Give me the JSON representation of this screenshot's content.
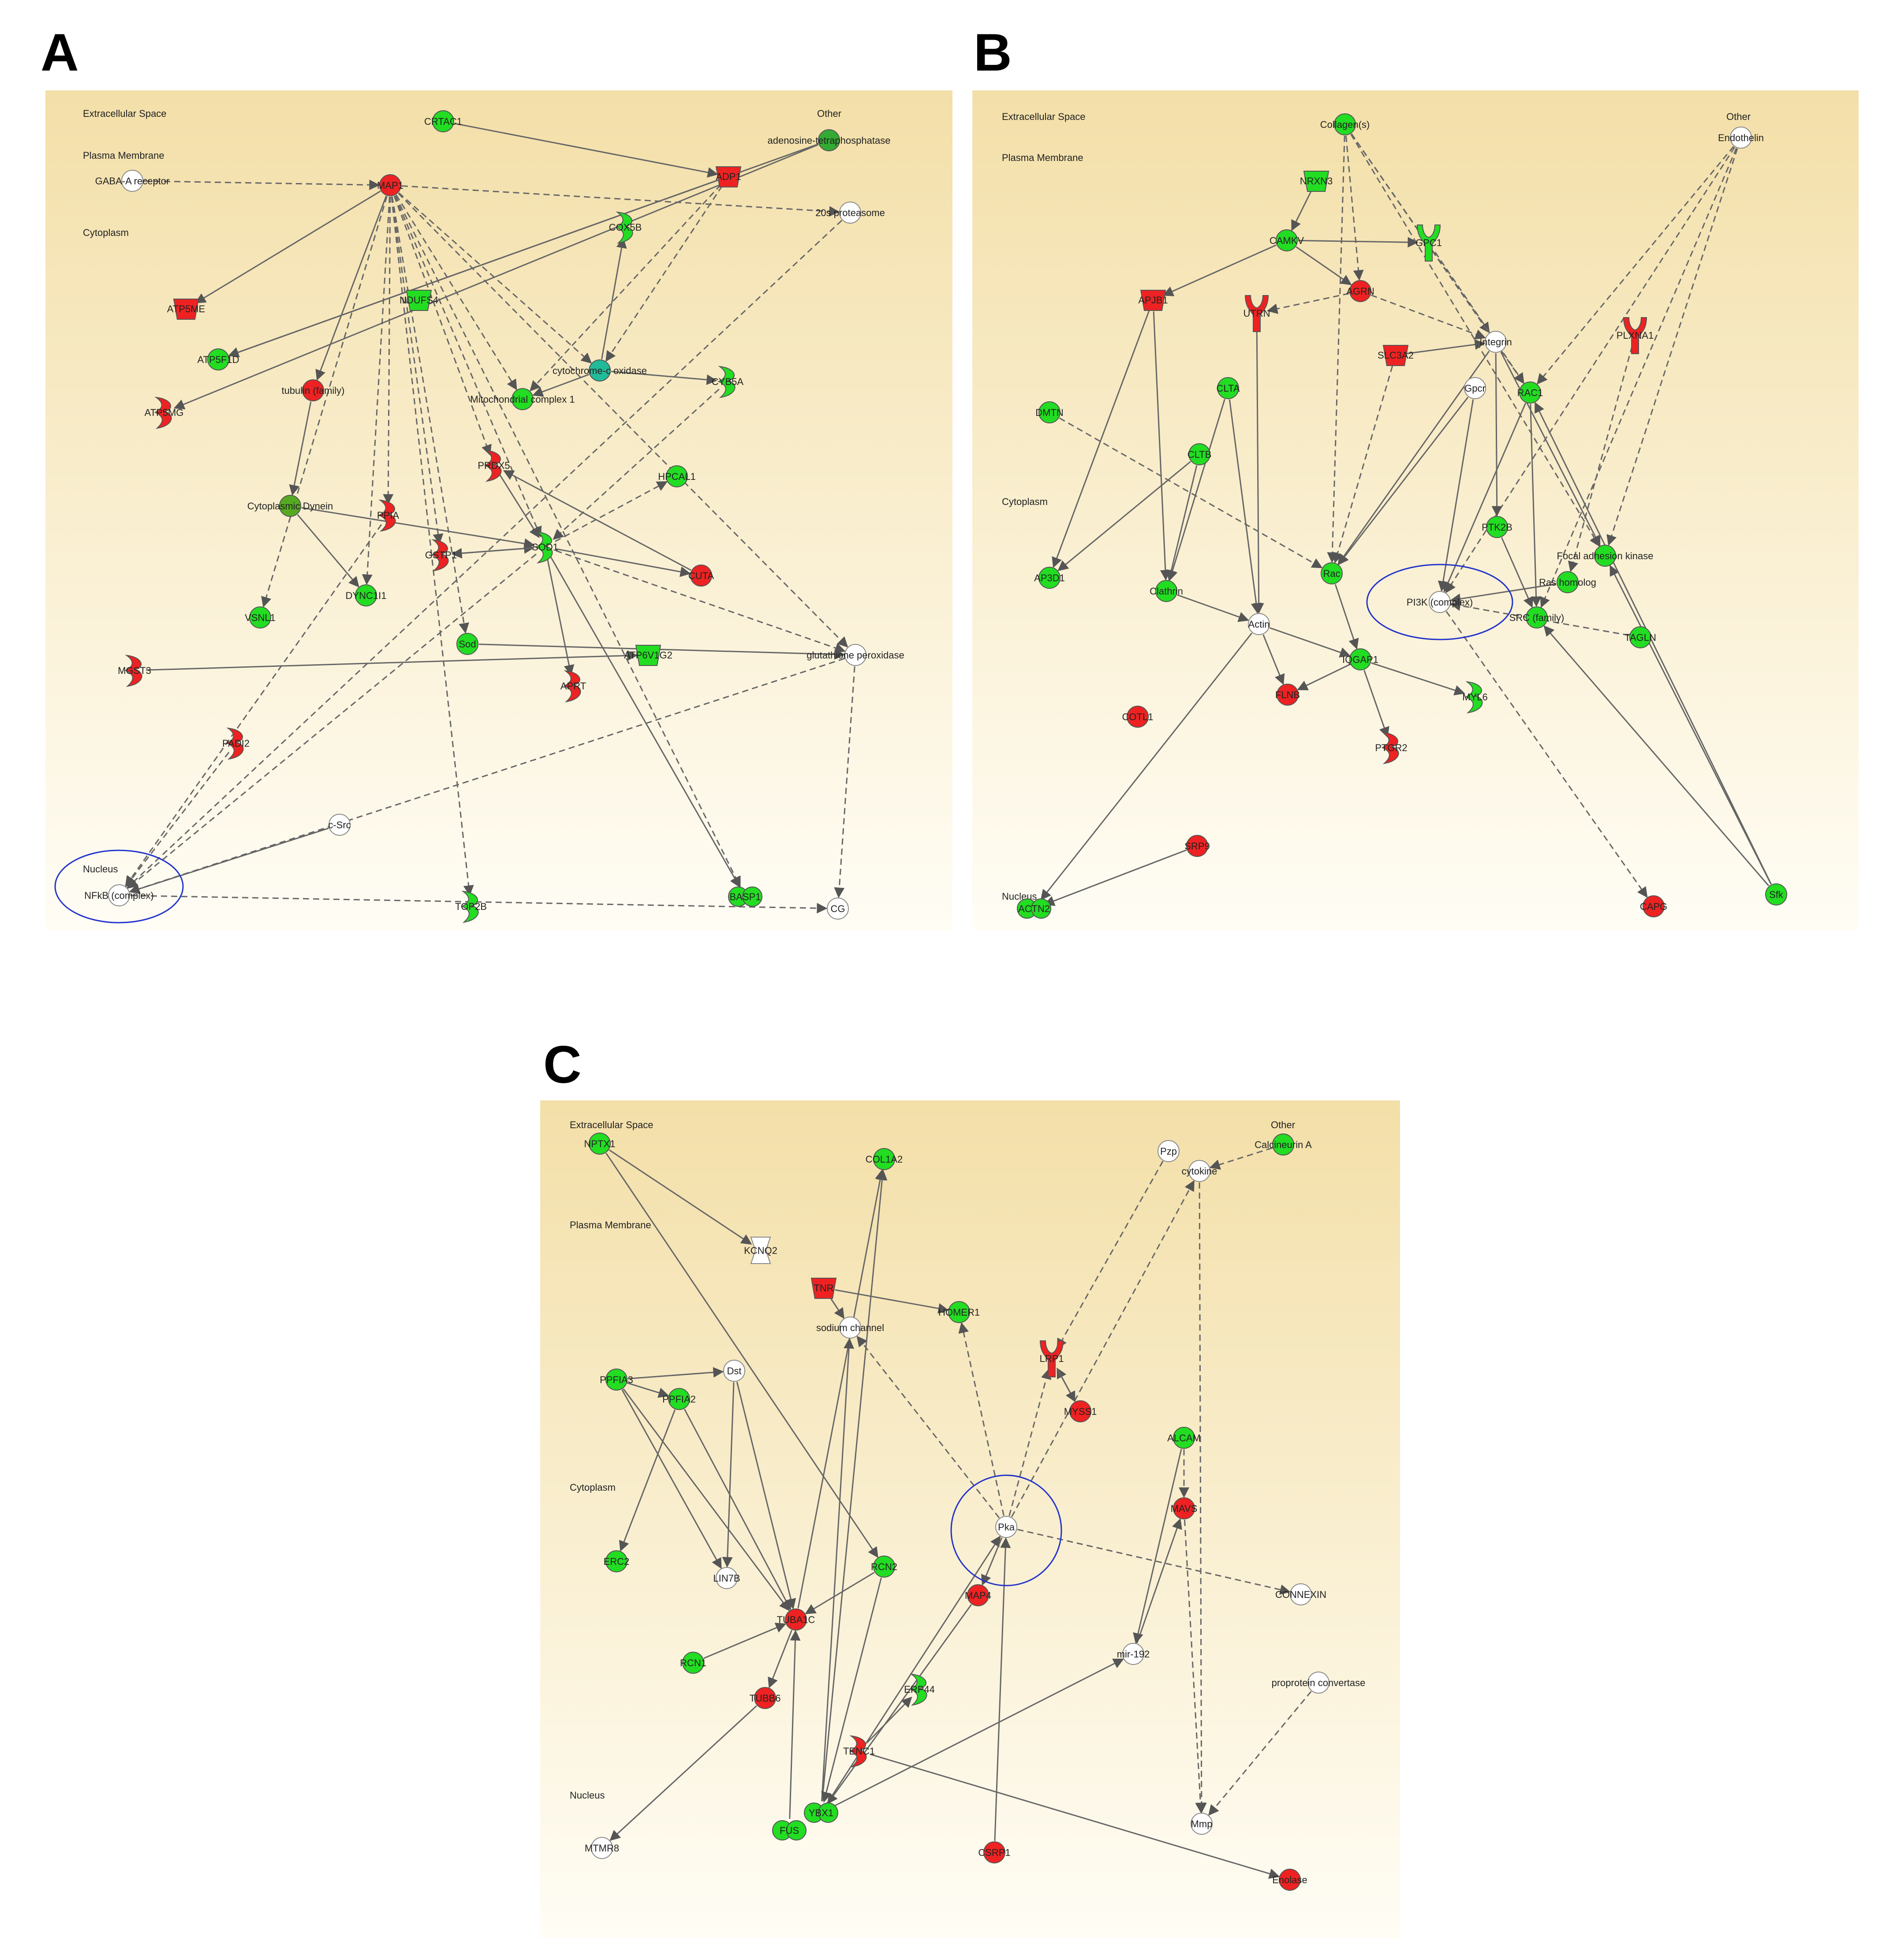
{
  "panels": [
    {
      "letter": "A",
      "compartments": [
        "Extracellular Space",
        "Plasma Membrane",
        "Cytoplasm",
        "Nucleus",
        "Other"
      ],
      "nodes": [
        {
          "id": "CRTAC1",
          "label": "CRTAC1",
          "color": "#22dd22"
        },
        {
          "id": "GABAA",
          "label": "GABA-A receptor",
          "color": "#ffffff"
        },
        {
          "id": "MAP1",
          "label": "MAP1",
          "color": "#ee2222"
        },
        {
          "id": "ADP1",
          "label": "ADP1",
          "color": "#ee2222"
        },
        {
          "id": "ATPASE",
          "label": "adenosine-tetraphosphatase",
          "color": "#33aa33"
        },
        {
          "id": "P20S",
          "label": "20s proteasome",
          "color": "#ffffff"
        },
        {
          "id": "COX5B",
          "label": "COX5B",
          "color": "#22dd22"
        },
        {
          "id": "ATP5ME",
          "label": "ATP5ME",
          "color": "#ee2222"
        },
        {
          "id": "NDUFS4",
          "label": "NDUFS4",
          "color": "#22dd22"
        },
        {
          "id": "ATP5F1D",
          "label": "ATP5F1D",
          "color": "#22dd22"
        },
        {
          "id": "ATP5MG",
          "label": "ATP5MG",
          "color": "#ee2222"
        },
        {
          "id": "TUB",
          "label": "tubulin (family)",
          "color": "#ee2222"
        },
        {
          "id": "MITO1",
          "label": "Mitochondrial complex 1",
          "color": "#22dd22"
        },
        {
          "id": "CYTOX",
          "label": "cytochrome-c oxidase",
          "color": "#22bb99"
        },
        {
          "id": "CYB5A",
          "label": "CYB5A",
          "color": "#22dd22"
        },
        {
          "id": "PRDX5",
          "label": "PRDX5",
          "color": "#ee2222"
        },
        {
          "id": "HPCAL1",
          "label": "HPCAL1",
          "color": "#22dd22"
        },
        {
          "id": "DYNEIN",
          "label": "Cytoplasmic Dynein",
          "color": "#55aa22"
        },
        {
          "id": "PPIA",
          "label": "PPIA",
          "color": "#ee2222"
        },
        {
          "id": "GSTP1",
          "label": "GSTP1",
          "color": "#ee2222"
        },
        {
          "id": "SOD1",
          "label": "SOD1",
          "color": "#22dd22"
        },
        {
          "id": "CUTA",
          "label": "CUTA",
          "color": "#ee2222"
        },
        {
          "id": "VSNL1",
          "label": "VSNL1",
          "color": "#22dd22"
        },
        {
          "id": "DYNC1I1",
          "label": "DYNC1I1",
          "color": "#22dd22"
        },
        {
          "id": "MGST3",
          "label": "MGST3",
          "color": "#ee2222"
        },
        {
          "id": "SOD",
          "label": "Sod",
          "color": "#22dd22"
        },
        {
          "id": "ATP6V1G2",
          "label": "ATP6V1G2",
          "color": "#22dd22"
        },
        {
          "id": "GPX",
          "label": "glutathione peroxidase",
          "color": "#ffffff"
        },
        {
          "id": "APRT",
          "label": "APRT",
          "color": "#ee2222"
        },
        {
          "id": "PADI2",
          "label": "PADI2",
          "color": "#ee2222"
        },
        {
          "id": "CSRC",
          "label": "c-Src",
          "color": "#ffffff"
        },
        {
          "id": "NFKB",
          "label": "NFkB (complex)",
          "color": "#ffffff"
        },
        {
          "id": "TOP2B",
          "label": "TOP2B",
          "color": "#22dd22"
        },
        {
          "id": "BASP1",
          "label": "BASP1",
          "color": "#22dd22"
        },
        {
          "id": "CG",
          "label": "CG",
          "color": "#ffffff"
        }
      ]
    },
    {
      "letter": "B",
      "compartments": [
        "Extracellular Space",
        "Plasma Membrane",
        "Cytoplasm",
        "Nucleus",
        "Other"
      ],
      "nodes": [
        {
          "id": "COLL",
          "label": "Collagen(s)",
          "color": "#22dd22"
        },
        {
          "id": "ENDO",
          "label": "Endothelin",
          "color": "#ffffff"
        },
        {
          "id": "NRXN3",
          "label": "NRXN3",
          "color": "#22dd22"
        },
        {
          "id": "CAMKV",
          "label": "CAMKV",
          "color": "#22dd22"
        },
        {
          "id": "GPC1",
          "label": "GPC1",
          "color": "#22dd22"
        },
        {
          "id": "APJB1",
          "label": "APJB1",
          "color": "#ee2222"
        },
        {
          "id": "AGRN",
          "label": "AGRN",
          "color": "#ee2222"
        },
        {
          "id": "UTRN",
          "label": "UTRN",
          "color": "#ee2222"
        },
        {
          "id": "INTEG",
          "label": "Integrin",
          "color": "#ffffff"
        },
        {
          "id": "PLXNA1",
          "label": "PLXNA1",
          "color": "#ee2222"
        },
        {
          "id": "SLC3A2",
          "label": "SLC3A2",
          "color": "#ee2222"
        },
        {
          "id": "GPCR",
          "label": "Gpcr",
          "color": "#ffffff"
        },
        {
          "id": "RAC1",
          "label": "RAC1",
          "color": "#22dd22"
        },
        {
          "id": "CLTA",
          "label": "CLTA",
          "color": "#22dd22"
        },
        {
          "id": "DMTN",
          "label": "DMTN",
          "color": "#22dd22"
        },
        {
          "id": "CLTB",
          "label": "CLTB",
          "color": "#22dd22"
        },
        {
          "id": "PTK2B",
          "label": "PTK2B",
          "color": "#22dd22"
        },
        {
          "id": "FAK",
          "label": "Focal adhesion kinase",
          "color": "#22dd22"
        },
        {
          "id": "AP3D1",
          "label": "AP3D1",
          "color": "#22dd22"
        },
        {
          "id": "CLATH",
          "label": "Clathrin",
          "color": "#22dd22"
        },
        {
          "id": "RAC",
          "label": "Rac",
          "color": "#22dd22"
        },
        {
          "id": "PI3K",
          "label": "PI3K (complex)",
          "color": "#ffffff"
        },
        {
          "id": "RASH",
          "label": "Ras homolog",
          "color": "#22dd22"
        },
        {
          "id": "ACTIN",
          "label": "Actin",
          "color": "#ffffff"
        },
        {
          "id": "SRC",
          "label": "SRC (family)",
          "color": "#22dd22"
        },
        {
          "id": "TAGLN",
          "label": "TAGLN",
          "color": "#22dd22"
        },
        {
          "id": "IQGAP1",
          "label": "IQGAP1",
          "color": "#22dd22"
        },
        {
          "id": "FLNB",
          "label": "FLNB",
          "color": "#ee2222"
        },
        {
          "id": "COTL1",
          "label": "COTL1",
          "color": "#ee2222"
        },
        {
          "id": "MYL6",
          "label": "MYL6",
          "color": "#22dd22"
        },
        {
          "id": "PTGR2",
          "label": "PTGR2",
          "color": "#ee2222"
        },
        {
          "id": "SRP9",
          "label": "SRP9",
          "color": "#ee2222"
        },
        {
          "id": "ACTN2",
          "label": "ACTN2",
          "color": "#22dd22"
        },
        {
          "id": "CAPG",
          "label": "CAPG",
          "color": "#ee2222"
        },
        {
          "id": "SFK",
          "label": "Sfk",
          "color": "#22dd22"
        }
      ]
    },
    {
      "letter": "C",
      "compartments": [
        "Extracellular Space",
        "Plasma Membrane",
        "Cytoplasm",
        "Nucleus",
        "Other"
      ],
      "nodes": [
        {
          "id": "NPTX1",
          "label": "NPTX1",
          "color": "#22dd22"
        },
        {
          "id": "COL1A2",
          "label": "COL1A2",
          "color": "#22dd22"
        },
        {
          "id": "PZP",
          "label": "Pzp",
          "color": "#ffffff"
        },
        {
          "id": "CYTOK",
          "label": "cytokine",
          "color": "#ffffff"
        },
        {
          "id": "CALCN",
          "label": "Calcineurin A",
          "color": "#22dd22"
        },
        {
          "id": "KCNQ2",
          "label": "KCNQ2",
          "color": "#ffffff"
        },
        {
          "id": "TNR",
          "label": "TNR",
          "color": "#ee2222"
        },
        {
          "id": "HOMER1",
          "label": "HOMER1",
          "color": "#22dd22"
        },
        {
          "id": "NACH",
          "label": "sodium channel",
          "color": "#ffffff"
        },
        {
          "id": "LRP1",
          "label": "LRP1",
          "color": "#ee2222"
        },
        {
          "id": "PPFIA3",
          "label": "PPFIA3",
          "color": "#22dd22"
        },
        {
          "id": "DST",
          "label": "Dst",
          "color": "#ffffff"
        },
        {
          "id": "PPFIA2",
          "label": "PPFIA2",
          "color": "#22dd22"
        },
        {
          "id": "MYSS1",
          "label": "MYSS1",
          "color": "#ee2222"
        },
        {
          "id": "ALCAM",
          "label": "ALCAM",
          "color": "#22dd22"
        },
        {
          "id": "PKA",
          "label": "Pka",
          "color": "#ffffff"
        },
        {
          "id": "MAVS",
          "label": "MAVS",
          "color": "#ee2222"
        },
        {
          "id": "ERC2",
          "label": "ERC2",
          "color": "#22dd22"
        },
        {
          "id": "LIN7B",
          "label": "LIN7B",
          "color": "#ffffff"
        },
        {
          "id": "RCN2",
          "label": "RCN2",
          "color": "#22dd22"
        },
        {
          "id": "CONNEXIN",
          "label": "CONNEXIN",
          "color": "#ffffff"
        },
        {
          "id": "MAP4",
          "label": "MAP4",
          "color": "#ee2222"
        },
        {
          "id": "TUBA1C",
          "label": "TUBA1C",
          "color": "#ee2222"
        },
        {
          "id": "RCN1",
          "label": "RCN1",
          "color": "#22dd22"
        },
        {
          "id": "MIR192",
          "label": "mir-192",
          "color": "#ffffff"
        },
        {
          "id": "PROCONV",
          "label": "proprotein convertase",
          "color": "#ffffff"
        },
        {
          "id": "ERP44",
          "label": "ERP44",
          "color": "#22dd22"
        },
        {
          "id": "TUBB6",
          "label": "TUBB6",
          "color": "#ee2222"
        },
        {
          "id": "TENC1",
          "label": "TENC1",
          "color": "#ee2222"
        },
        {
          "id": "YBX1",
          "label": "YBX1",
          "color": "#22dd22"
        },
        {
          "id": "FUS",
          "label": "FUS",
          "color": "#22dd22"
        },
        {
          "id": "MMP",
          "label": "Mmp",
          "color": "#ffffff"
        },
        {
          "id": "MTMR8",
          "label": "MTMR8",
          "color": "#ffffff"
        },
        {
          "id": "CSRP1",
          "label": "CSRP1",
          "color": "#ee2222"
        },
        {
          "id": "ENOL",
          "label": "Enolase",
          "color": "#ee2222"
        }
      ]
    }
  ]
}
